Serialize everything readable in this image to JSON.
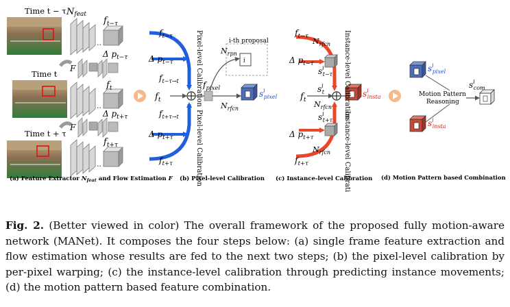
{
  "panel_a": {
    "time_labels": [
      "Time t − τ",
      "Time t",
      "Time t + τ"
    ],
    "n_feat": "N",
    "n_feat_sub": "feat",
    "flow_f": "F",
    "feature_labels": [
      "f",
      "f",
      "f"
    ],
    "feature_subs": [
      "t−τ",
      "t",
      "t+τ"
    ],
    "flow_labels": [
      "Δ p",
      "Δ p"
    ],
    "flow_subs": [
      "t−τ",
      "t+τ"
    ],
    "dots": "..",
    "caption_prefix": "(a) Feature Extractor",
    "caption_nfeat": "N",
    "caption_nfeat_sub": "feat",
    "caption_mid": "and Flow Estimation",
    "caption_f": "F"
  },
  "panel_b": {
    "labels": {
      "f_t_minus": "f",
      "f_t_minus_sub": "t−τ",
      "dp_minus": "Δ p",
      "dp_minus_sub": "t−τ",
      "f_warp_minus": "f",
      "f_warp_minus_sub": "t−τ→t",
      "f_t": "f",
      "f_t_sub": "t",
      "f_warp_plus": "f",
      "f_warp_plus_sub": "t+τ→t",
      "dp_plus": "Δ p",
      "dp_plus_sub": "t+τ",
      "f_t_plus": "f",
      "f_t_plus_sub": "t+τ",
      "f_pixel": "f",
      "f_pixel_sub": "pixel",
      "proposal": "i-th proposal",
      "n_rpn": "N",
      "n_rpn_sub": "rpn",
      "n_rfcn": "N",
      "n_rfcn_sub": "rfcn",
      "s_pixel": "s",
      "s_pixel_sup": "i",
      "s_pixel_sub": "pixel"
    },
    "vertical_top": "Pixel-level Calibration",
    "vertical_bottom": "Pixel-level Calibration",
    "caption": "(b) Pixel-level Calibration"
  },
  "panel_c": {
    "labels": {
      "f_t_minus": "f",
      "f_t_minus_sub": "t−τ",
      "n_rfcn_top": "N",
      "n_rfcn_top_sub": "rfcn",
      "dp_minus": "Δ p",
      "dp_minus_sub": "t−τ",
      "s_minus": "s",
      "s_minus_sup": "i",
      "s_minus_sub": "t−τ",
      "s_t": "s",
      "s_t_sup": "i",
      "s_t_sub": "t",
      "f_t": "f",
      "f_t_sub": "t",
      "n_rfcn_mid": "N",
      "n_rfcn_mid_sub": "rfcn",
      "s_insta": "s",
      "s_insta_sup": "i",
      "s_insta_sub": "insta",
      "s_plus": "s",
      "s_plus_sup": "i",
      "s_plus_sub": "t+τ",
      "dp_plus": "Δ p",
      "dp_plus_sub": "t+τ",
      "n_rfcn_bot": "N",
      "n_rfcn_bot_sub": "rfcn",
      "f_t_plus": "f",
      "f_t_plus_sub": "t+τ"
    },
    "vertical_top": "Instance-level Calibration",
    "vertical_bottom": "Instance-level Calibration",
    "caption": "(c) Instance-level Calibration"
  },
  "panel_d": {
    "s_pixel": "s",
    "s_pixel_sup": "i",
    "s_pixel_sub": "pixel",
    "s_insta": "s",
    "s_insta_sup": "i",
    "s_insta_sub": "insta",
    "s_com": "s",
    "s_com_sup": "i",
    "s_com_sub": "com",
    "reasoning_line1": "Motion Pattern",
    "reasoning_line2": "Reasoning",
    "caption": "(d) Motion Pattern based Combination"
  },
  "colors": {
    "blue": "#1f5fe0",
    "red": "#e8472a",
    "orange": "#f39a4a",
    "blue_text": "#1a4fd6",
    "red_text": "#d9261c"
  },
  "caption": {
    "label": "Fig. 2.",
    "text": " (Better viewed in color) The overall framework of the proposed fully motion-aware network (MANet). It composes the four steps below: (a) single frame feature extraction and flow estimation whose results are fed to the next two steps; (b) the pixel-level calibration by per-pixel warping; (c) the instance-level calibration through predicting instance movements; (d) the motion pattern based feature combination."
  }
}
